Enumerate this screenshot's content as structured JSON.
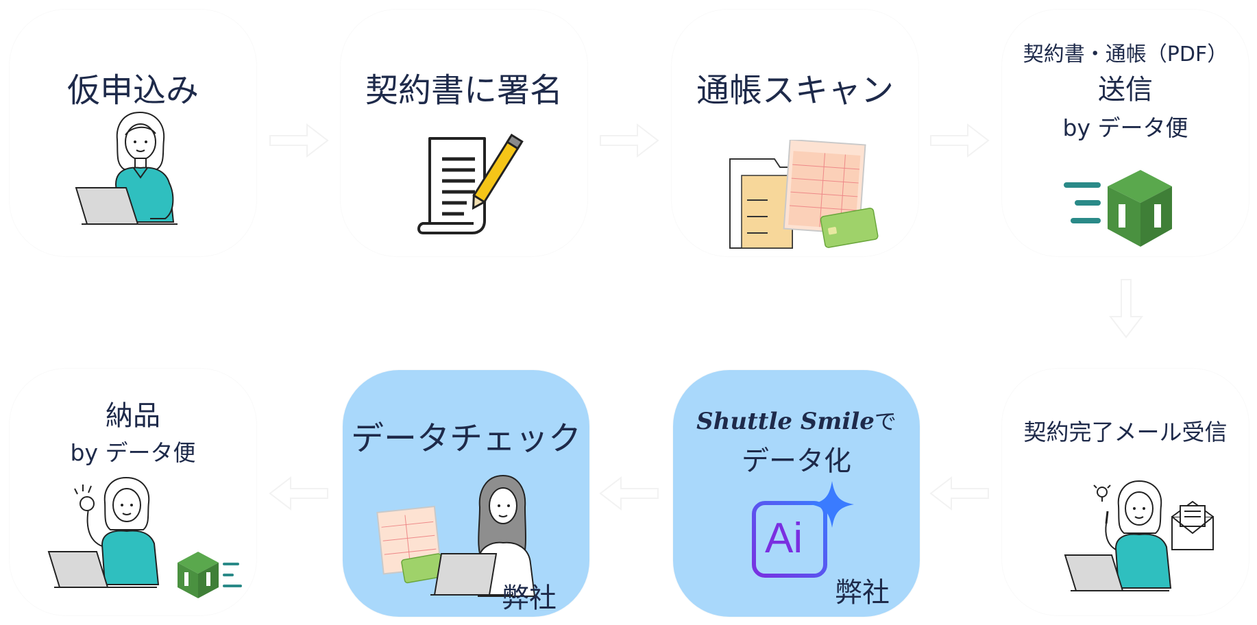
{
  "steps": [
    {
      "id": "provisional",
      "title": "仮申込み"
    },
    {
      "id": "sign",
      "title": "契約書に署名"
    },
    {
      "id": "scan",
      "title": "通帳スキャン"
    },
    {
      "id": "send",
      "title_line1": "契約書・通帳（PDF）",
      "title_line2": "送信",
      "title_line3": "by データ便"
    },
    {
      "id": "mail",
      "title": "契約完了メール受信"
    },
    {
      "id": "digitize",
      "brand": "Shuttle Smile",
      "brand_suffix": "で",
      "title_line2": "データ化",
      "ai_label": "Ai",
      "company": "弊社"
    },
    {
      "id": "check",
      "title": "データチェック",
      "company": "弊社"
    },
    {
      "id": "deliver",
      "title_line1": "納品",
      "title_line2": "by データ便"
    }
  ],
  "colors": {
    "text": "#1e2a4a",
    "card_blue": "#a9d8fb",
    "teal": "#2fbfbf",
    "green": "#4f9a46",
    "ai_gradient_start": "#7a2fe0",
    "ai_gradient_end": "#3a7bff"
  },
  "icons": {
    "arrow": "arrow-right",
    "databin": "green-cube-icon",
    "ai": "ai-sparkle-icon",
    "document": "document-pen-icon",
    "passbook": "passbook-icon",
    "mail": "envelope-icon"
  }
}
